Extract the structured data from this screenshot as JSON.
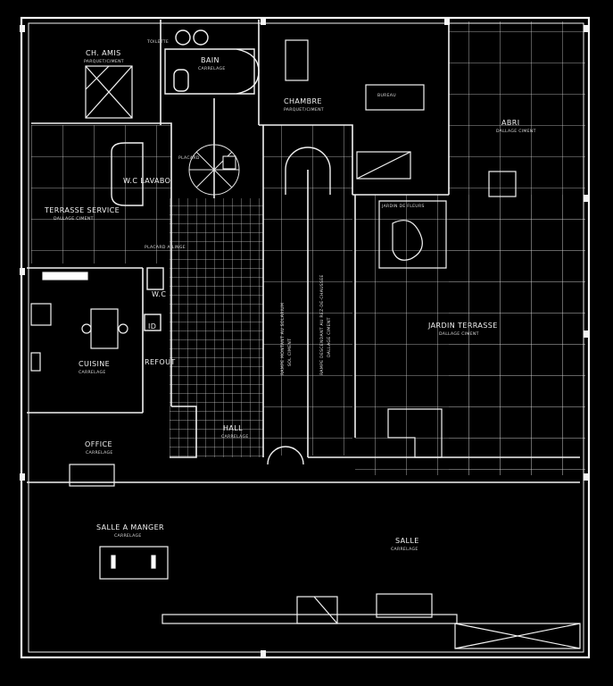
{
  "rooms": {
    "chambre_amis": {
      "name": "CH. AMIS",
      "floor": "PARQUET/CIMENT"
    },
    "bain": {
      "name": "BAIN",
      "floor": "CARRELAGE"
    },
    "toilette": {
      "name": "TOILETTE"
    },
    "chambre": {
      "name": "CHAMBRE",
      "floor": "PARQUET/CIMENT"
    },
    "abri": {
      "name": "ABRI",
      "floor": "DALLAGE CIMENT"
    },
    "terrasse_service": {
      "name": "TERRASSE SERVICE",
      "floor": "DALLAGE CIMENT"
    },
    "wc_lavabo": {
      "name": "W.C LAVABO"
    },
    "wc": {
      "name": "W.C"
    },
    "placard": {
      "name": "PLACARD"
    },
    "placard_linge": {
      "name": "PLACARD A LINGE"
    },
    "cuisine": {
      "name": "CUISINE",
      "floor": "CARRELAGE"
    },
    "office": {
      "name": "OFFICE",
      "floor": "CARRELAGE"
    },
    "refout": {
      "name": "REFOUT"
    },
    "id": {
      "name": "ID"
    },
    "hall": {
      "name": "HALL",
      "floor": "CARRELAGE"
    },
    "jardin_terrasse": {
      "name": "JARDIN TERRASSE",
      "floor": "DALLAGE CIMENT"
    },
    "salle_a_manger": {
      "name": "SALLE A MANGER",
      "floor": "CARRELAGE"
    },
    "salle": {
      "name": "SALLE",
      "floor": "CARRELAGE"
    },
    "jardin_fleurs": {
      "name": "JARDIN DE FLEURS"
    },
    "ramp_1": {
      "name": "RAMPE MONTANT AU SOLARIUM",
      "floor": "SOL CIMENT"
    },
    "ramp_2": {
      "name": "RAMPE DESCENDANT AU REZ-DE-CHAUSSEE",
      "floor": "DALLAGE CIMENT"
    },
    "bureau": {
      "name": "BUREAU"
    }
  }
}
